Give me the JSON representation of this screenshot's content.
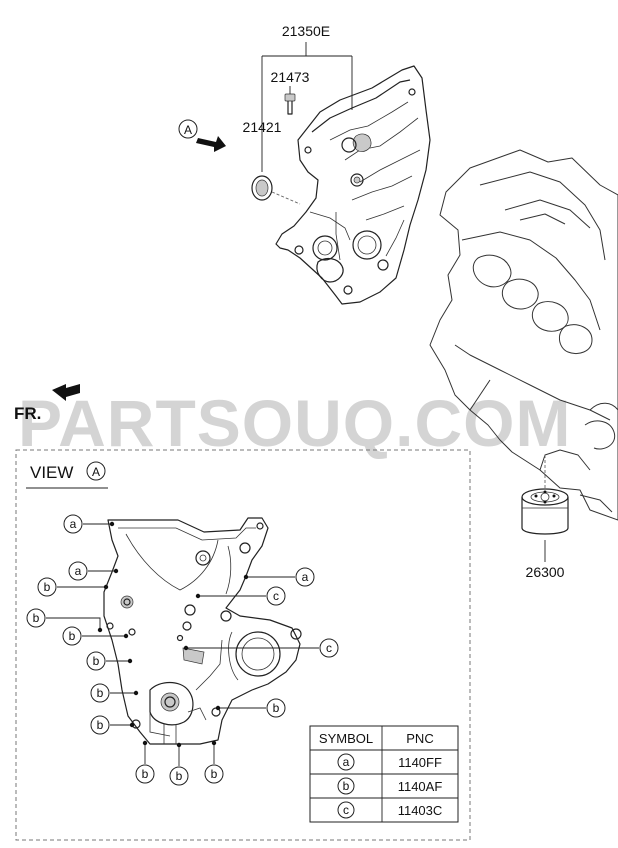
{
  "parts": {
    "front_cover": "21350E",
    "bolt": "21473",
    "seal": "21421",
    "oil_filter": "26300"
  },
  "view_marker": "A",
  "direction_label": "FR.",
  "watermark": "PARTSOUQ.COM",
  "view_panel": {
    "title": "VIEW",
    "title_marker": "A"
  },
  "callouts": {
    "left": [
      "a",
      "a",
      "b",
      "b",
      "b",
      "b",
      "b",
      "b"
    ],
    "right": [
      "a",
      "c",
      "c",
      "b"
    ],
    "bottom": [
      "b",
      "b",
      "b"
    ]
  },
  "legend": {
    "headers": [
      "SYMBOL",
      "PNC"
    ],
    "rows": [
      {
        "symbol": "a",
        "pnc": "1140FF"
      },
      {
        "symbol": "b",
        "pnc": "1140AF"
      },
      {
        "symbol": "c",
        "pnc": "11403C"
      }
    ]
  }
}
